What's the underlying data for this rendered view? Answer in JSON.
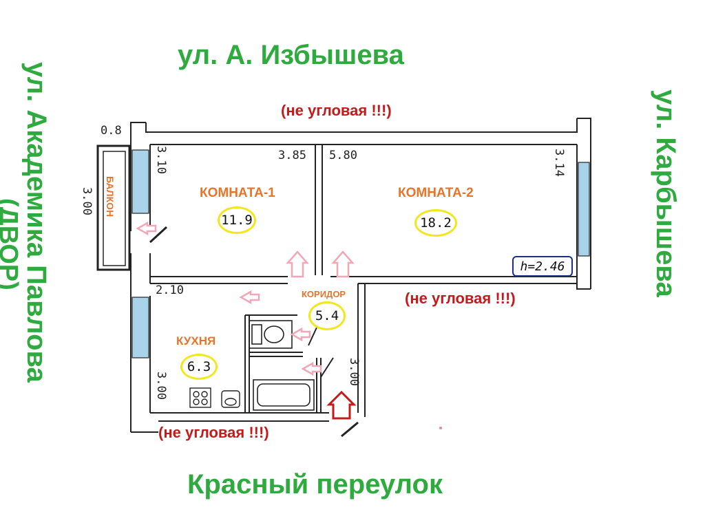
{
  "streets": {
    "top": "ул. А. Избышева",
    "bottom": "Красный переулок",
    "right": "ул. Карбышева",
    "left_line1": "ул. Академика Павлова",
    "left_line2": "(ДВОР)"
  },
  "notes": {
    "top": "(не угловая !!!)",
    "right": "(не угловая !!!)",
    "bottom": "(не угловая !!!)"
  },
  "rooms": {
    "room1": {
      "label": "КОМНАТА-1",
      "area": "11.9"
    },
    "room2": {
      "label": "КОМНАТА-2",
      "area": "18.2"
    },
    "corridor": {
      "label": "КОРИДОР",
      "area": "5.4"
    },
    "kitchen": {
      "label": "КУХНЯ",
      "area": "6.3"
    },
    "balcony": {
      "label": "БАЛКОН"
    }
  },
  "dimensions": {
    "balcony_depth": "0.8",
    "room1_left": "3.10",
    "room1_width": "3.85",
    "room2_width": "5.80",
    "room2_right": "3.14",
    "balcony_length": "3.00",
    "kitchen_width": "2.10",
    "kitchen_left": "3.00",
    "corridor_right": "3.00",
    "ceiling_height": "h=2.46"
  },
  "colors": {
    "street_green": "#2eaa3f",
    "note_red": "#c31b1b",
    "room_orange": "#e8742a",
    "area_circle": "#f2e71a",
    "window_blue": "#a9d3e8",
    "arrow_pink": "#f2a6b6",
    "entrance_arrow": "#c31b1b"
  }
}
